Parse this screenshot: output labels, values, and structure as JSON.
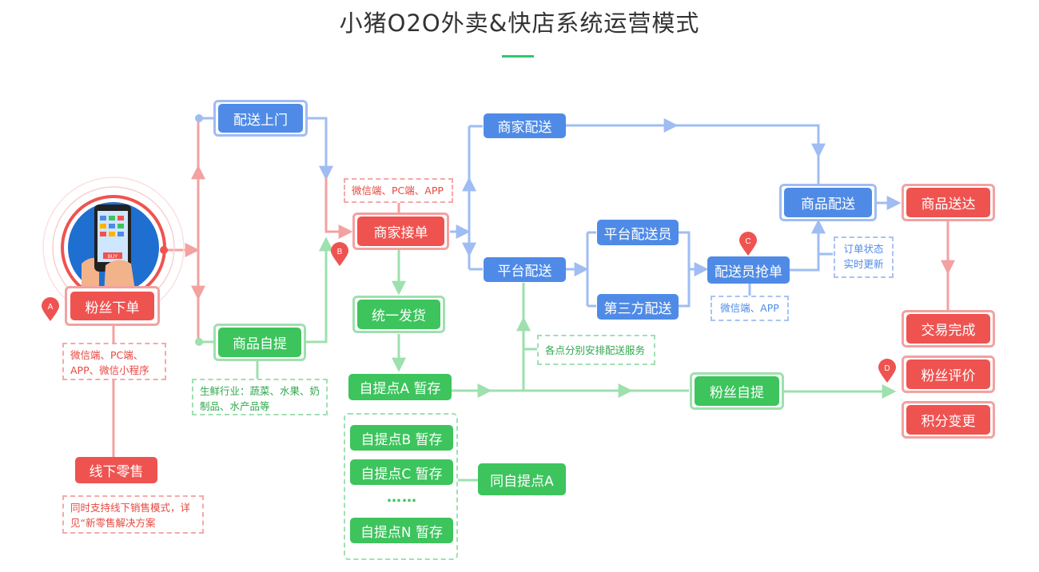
{
  "title": "小猪O2O外卖&快店系统运营模式",
  "markers": [
    "A",
    "B",
    "C",
    "D"
  ],
  "nodes": {
    "fans_order": "粉丝下单",
    "delivery_door": "配送上门",
    "self_pickup_goods": "商品自提",
    "merchant_accept": "商家接单",
    "unified_ship": "统一发货",
    "pickup_a": "自提点A 暂存",
    "pickup_b": "自提点B 暂存",
    "pickup_c": "自提点C 暂存",
    "pickup_ellipsis": "……",
    "pickup_n": "自提点N 暂存",
    "same_as_a": "同自提点A",
    "merchant_delivery": "商家配送",
    "platform_delivery": "平台配送",
    "platform_courier": "平台配送员",
    "third_party": "第三方配送",
    "courier_grab": "配送员抢单",
    "goods_delivery": "商品配送",
    "goods_arrive": "商品送达",
    "trade_done": "交易完成",
    "fans_review": "粉丝评价",
    "points_change": "积分变更",
    "fans_pickup": "粉丝自提",
    "offline_retail": "线下零售"
  },
  "notes": {
    "order_channels": "微信端、PC端、APP、微信小程序",
    "merchant_channels": "微信端、PC端、APP",
    "fresh_industry": "生鲜行业：蔬菜、水果、奶制品、水产品等",
    "courier_channels": "微信端、APP",
    "order_status": "订单状态实时更新",
    "pickup_service": "各点分别安排配送服务",
    "offline_note": "同时支持线下销售模式，详见“新零售解决方案"
  },
  "phone": {
    "button": "BUY"
  },
  "colors": {
    "red": "#ef5350",
    "red_light": "#f3a1a1",
    "blue": "#4f8be6",
    "blue_light": "#9fbdf2",
    "green": "#3dc45d",
    "green_light": "#9ee0ae",
    "accent": "#2fc66e"
  }
}
